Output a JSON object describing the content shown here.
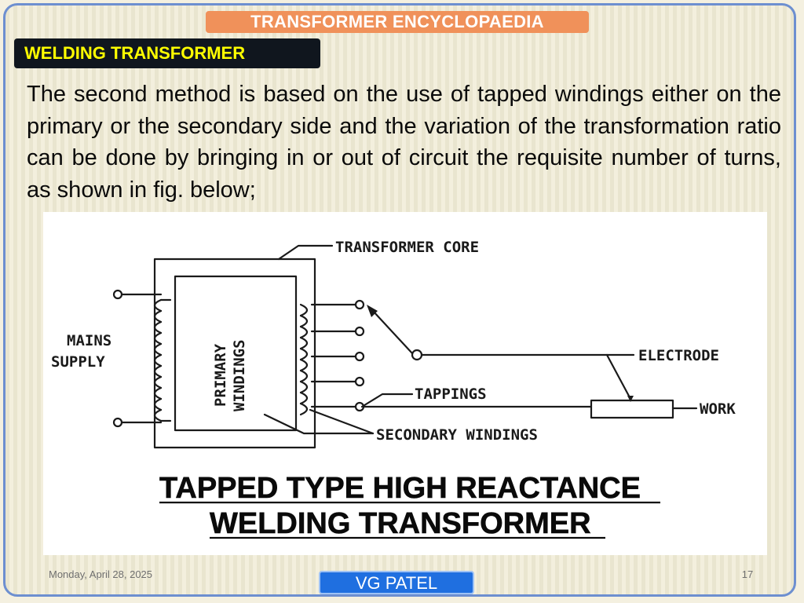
{
  "header": {
    "title": "TRANSFORMER ENCYCLOPAEDIA",
    "title_bg_color": "#f0915a"
  },
  "section": {
    "label": "WELDING TRANSFORMER",
    "label_color": "#ffff00",
    "label_bg_color": "#10161e"
  },
  "body": {
    "paragraph": "The second method is based on the use of tapped windings either on the primary or the secondary side and the variation of the transformation ratio can be done by bringing in or out of circuit the requisite number of turns, as shown in fig. below;"
  },
  "diagram": {
    "labels": {
      "transformer_core": "TRANSFORMER CORE",
      "mains": "MAINS",
      "supply": "SUPPLY",
      "primary": "PRIMARY",
      "windings": "WINDINGS",
      "electrode": "ELECTRODE",
      "tappings": "TAPPINGS",
      "work": "WORK",
      "secondary_windings": "SECONDARY WINDINGS"
    },
    "caption_line1": "TAPPED TYPE HIGH REACTANCE",
    "caption_line2": "WELDING TRANSFORMER"
  },
  "footer": {
    "date": "Monday, April 28, 2025",
    "page_number": "17",
    "author": "VG PATEL",
    "author_bg_color": "#1f6fe0"
  }
}
